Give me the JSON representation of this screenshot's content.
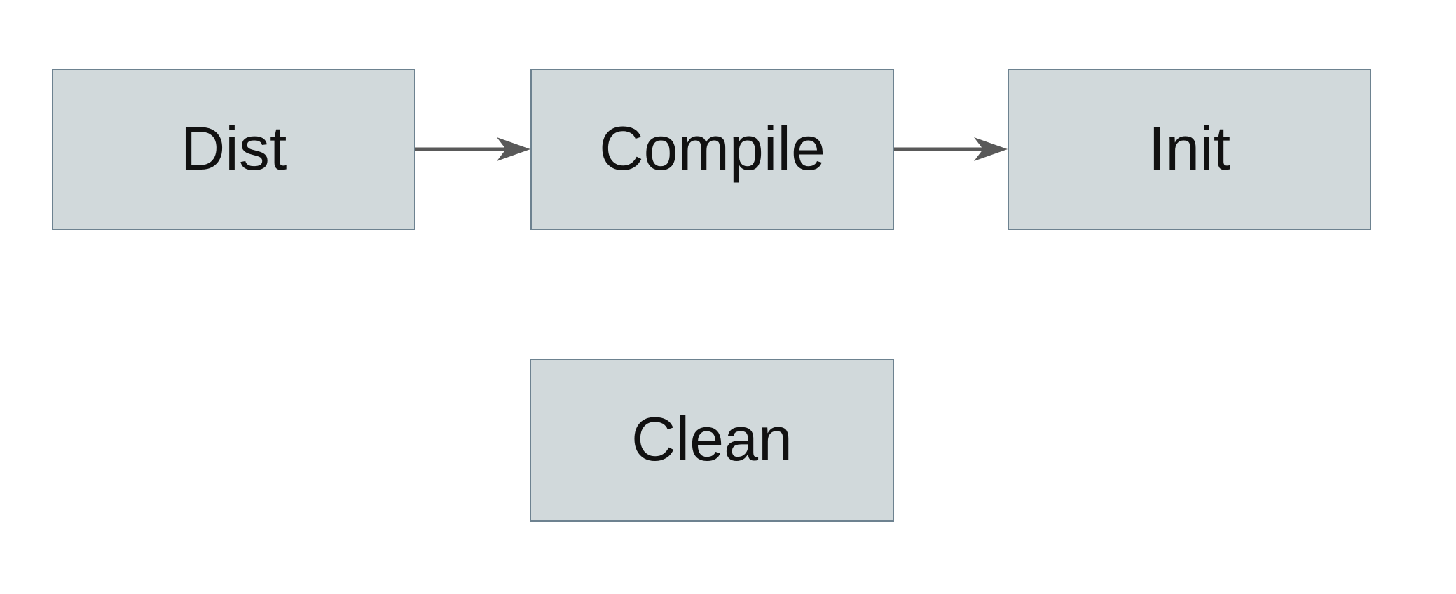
{
  "diagram": {
    "background_color": "#ffffff",
    "node_fill_color": "#d1d9db",
    "node_border_color": "#6d8290",
    "arrow_color": "#595959",
    "text_color": "#111111",
    "nodes": [
      {
        "id": "dist",
        "label": "Dist"
      },
      {
        "id": "compile",
        "label": "Compile"
      },
      {
        "id": "init",
        "label": "Init"
      },
      {
        "id": "clean",
        "label": "Clean"
      }
    ],
    "edges": [
      {
        "from": "dist",
        "to": "compile"
      },
      {
        "from": "compile",
        "to": "init"
      }
    ]
  }
}
